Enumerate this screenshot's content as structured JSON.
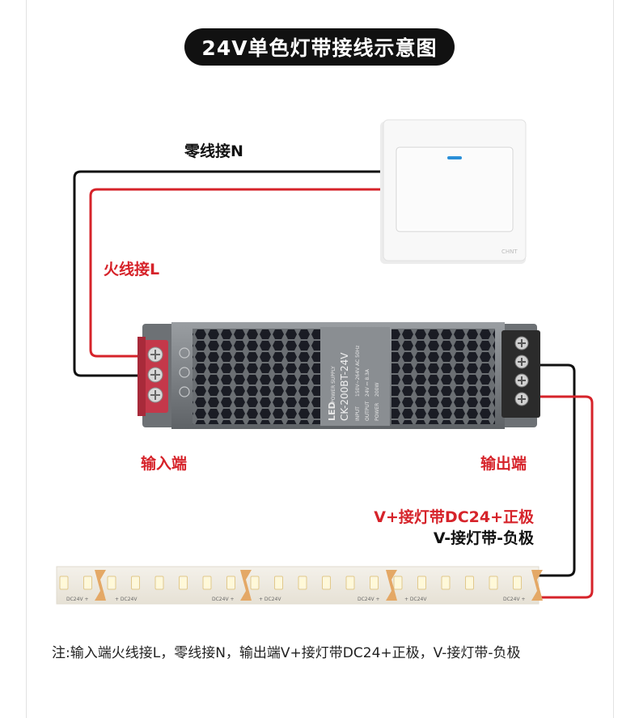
{
  "title": "24V单色灯带接线示意图",
  "labels": {
    "neutral": "零线接N",
    "live": "火线接L",
    "input_end": "输入端",
    "output_end": "输出端",
    "v_plus": "V+接灯带DC24+正极",
    "v_minus": "V-接灯带-负极"
  },
  "power_supply": {
    "brand": "LED",
    "brand_sub": "POWER SUPPLY",
    "model": "CK-200BT-24V",
    "input_label": "INPUT",
    "input_value": "150V~264V AC 50Hz",
    "output_label": "OUTPUT",
    "output_value": "24V ⎓ 8.3A",
    "power_label": "POWER",
    "power_value": "200W"
  },
  "switch": {
    "brand": "CHNT"
  },
  "led_strip": {
    "marks": [
      "DC24V +",
      "+ DC24V",
      "DC24V +",
      "+ DC24V",
      "DC24V +",
      "+ DC24V",
      "DC24V +"
    ]
  },
  "note": "注:输入端火线接L，零线接N，输出端V+接灯带DC24+正极，V-接灯带-负极",
  "colors": {
    "wire_live": "#d6232a",
    "wire_neutral": "#111111",
    "label_red": "#d6232a",
    "pill_bg": "#111111"
  }
}
